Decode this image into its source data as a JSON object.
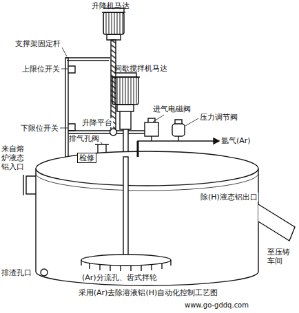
{
  "diagram": {
    "caption": "采用(Ar)去除溶液铝(H)自动化控制工艺图",
    "labels": [
      "升降机马达",
      "支撑架固定杆",
      "上限位开关",
      "间歇搅拌机马达",
      "升降平台",
      "进气电磁阀",
      "压力调节阀",
      "下限位开关",
      "排气孔阀",
      "氩气(Ar)",
      "检修",
      "来自熔炉液态铝入口",
      "除(H)液态铝出口",
      "至压铸车间",
      "(Ar)分流孔、齿式拌轮",
      "排渣孔口",
      "www.go-gddq.com"
    ]
  }
}
